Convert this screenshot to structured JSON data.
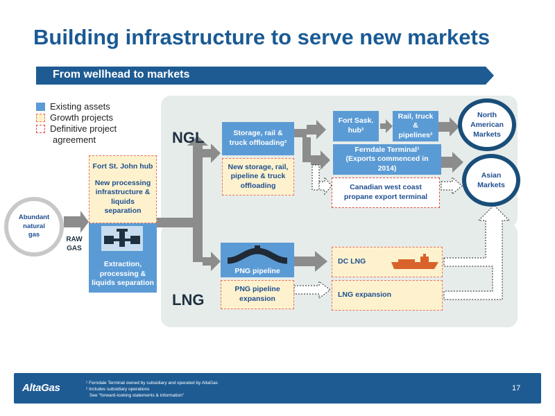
{
  "title": "Building infrastructure to serve new markets",
  "banner": "From wellhead to markets",
  "legend": {
    "existing": "Existing assets",
    "growth": "Growth projects",
    "definitive_line1": "Definitive project",
    "definitive_line2": "agreement"
  },
  "source": {
    "abundant": "Abundant natural gas",
    "raw_gas": "RAW GAS"
  },
  "fort_st_john": {
    "line1": "Fort St. John hub",
    "line2": "New processing infrastructure & liquids separation"
  },
  "extraction": "Extraction, processing & liquids separation",
  "ngl": {
    "label": "NGL",
    "storage": "Storage, rail & truck offloading²",
    "new_storage": "New storage, rail, pipeline & truck offloading",
    "fort_sask": "Fort Sask. hub²",
    "rail_truck": "Rail, truck & pipelines²",
    "ferndale_line1": "Ferndale Terminal¹",
    "ferndale_line2": "(Exports commenced in 2014)",
    "propane_terminal": "Canadian west coast propane export terminal"
  },
  "lng": {
    "label": "LNG",
    "png_pipeline": "PNG pipeline",
    "png_expansion": "PNG pipeline expansion",
    "dc_lng": "DC LNG",
    "lng_expansion": "LNG expansion"
  },
  "markets": {
    "north_american": "North American Markets",
    "asian": "Asian Markets"
  },
  "footer": {
    "logo": "AltaGas",
    "note1": "¹ Ferndale Terminal owned by subsidiary and operated by AltaGas",
    "note2": "² Includes subsidiary operations",
    "note3": "See \"forward-looking statements & information\"",
    "page": "17"
  },
  "colors": {
    "title_blue": "#1a5a94",
    "banner_blue": "#1e5b93",
    "existing_blue": "#5b9bd5",
    "growth_fill": "#fdf2cd",
    "dash_red": "#e8715e",
    "arrow_grey": "#8c8c8c",
    "region_grey": "#e6ecea",
    "market_ring": "#1a4e7a"
  }
}
